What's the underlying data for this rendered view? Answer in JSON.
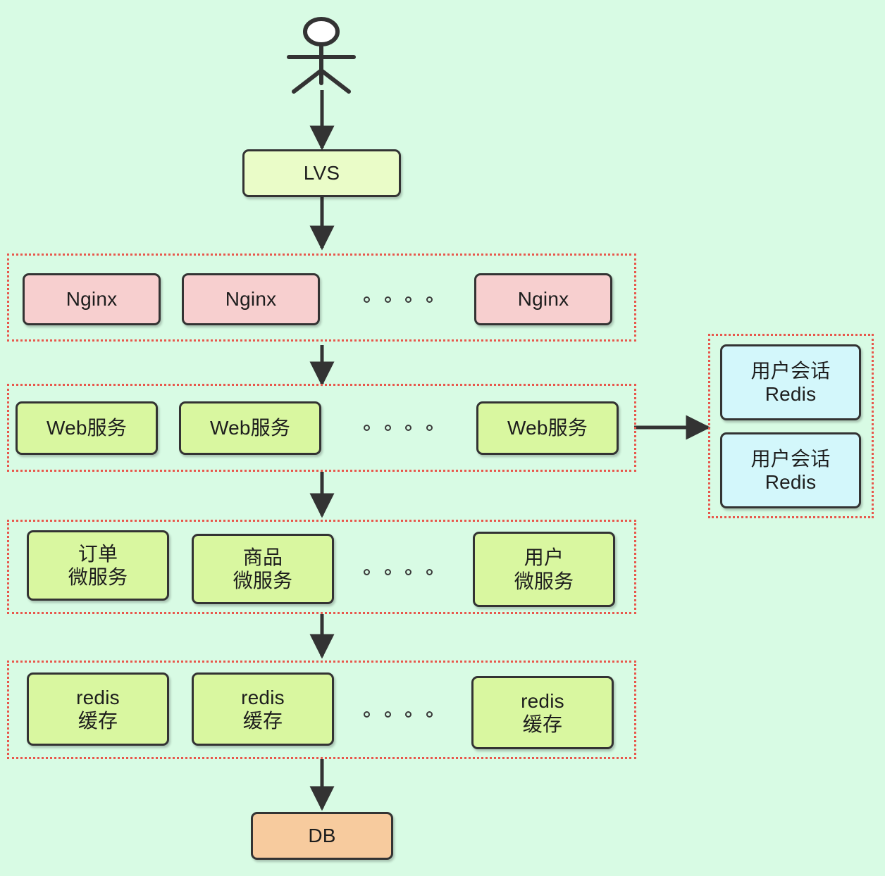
{
  "diagram": {
    "title": "Web service layered architecture",
    "background_color": "#d8fbe4",
    "actor": {
      "name": "user-actor",
      "head_fill": "#ffffff",
      "stroke": "#333333"
    },
    "ellipsis_glyph": "∘ ∘ ∘ ∘"
  },
  "nodes": {
    "lvs": {
      "label": "LVS",
      "color": "#eafcc8"
    },
    "db": {
      "label": "DB",
      "color": "#f7cb9e"
    }
  },
  "groups": {
    "nginx_tier": {
      "name": "nginx-tier",
      "border_color": "#e8574c",
      "items": [
        {
          "label": "Nginx",
          "color": "#f7cfcf"
        },
        {
          "label": "Nginx",
          "color": "#f7cfcf"
        },
        {
          "label": "Nginx",
          "color": "#f7cfcf"
        }
      ]
    },
    "web_tier": {
      "name": "web-service-tier",
      "border_color": "#e8574c",
      "items": [
        {
          "label": "Web服务",
          "color": "#d9f7a0"
        },
        {
          "label": "Web服务",
          "color": "#d9f7a0"
        },
        {
          "label": "Web服务",
          "color": "#d9f7a0"
        }
      ]
    },
    "microservice_tier": {
      "name": "microservice-tier",
      "border_color": "#e8574c",
      "items": [
        {
          "line1": "订单",
          "line2": "微服务",
          "color": "#d9f7a0"
        },
        {
          "line1": "商品",
          "line2": "微服务",
          "color": "#d9f7a0"
        },
        {
          "line1": "用户",
          "line2": "微服务",
          "color": "#d9f7a0"
        }
      ]
    },
    "cache_tier": {
      "name": "redis-cache-tier",
      "border_color": "#e8574c",
      "items": [
        {
          "line1": "redis",
          "line2": "缓存",
          "color": "#d9f7a0"
        },
        {
          "line1": "redis",
          "line2": "缓存",
          "color": "#d9f7a0"
        },
        {
          "line1": "redis",
          "line2": "缓存",
          "color": "#d9f7a0"
        }
      ]
    },
    "session_tier": {
      "name": "user-session-redis-tier",
      "border_color": "#e8574c",
      "items": [
        {
          "line1": "用户会话",
          "line2": "Redis",
          "color": "#d3f7fb"
        },
        {
          "line1": "用户会话",
          "line2": "Redis",
          "color": "#d3f7fb"
        }
      ]
    }
  },
  "edges": [
    {
      "name": "actor-to-lvs",
      "from": "user-actor",
      "to": "LVS",
      "direction": "down"
    },
    {
      "name": "lvs-to-nginx",
      "from": "LVS",
      "to": "nginx-tier",
      "direction": "down"
    },
    {
      "name": "nginx-to-web",
      "from": "nginx-tier",
      "to": "web-service-tier",
      "direction": "down"
    },
    {
      "name": "web-to-microservice",
      "from": "web-service-tier",
      "to": "microservice-tier",
      "direction": "down"
    },
    {
      "name": "microservice-to-cache",
      "from": "microservice-tier",
      "to": "redis-cache-tier",
      "direction": "down"
    },
    {
      "name": "cache-to-db",
      "from": "redis-cache-tier",
      "to": "DB",
      "direction": "down"
    },
    {
      "name": "web-to-session-redis",
      "from": "web-service-tier",
      "to": "user-session-redis-tier",
      "direction": "right"
    }
  ]
}
